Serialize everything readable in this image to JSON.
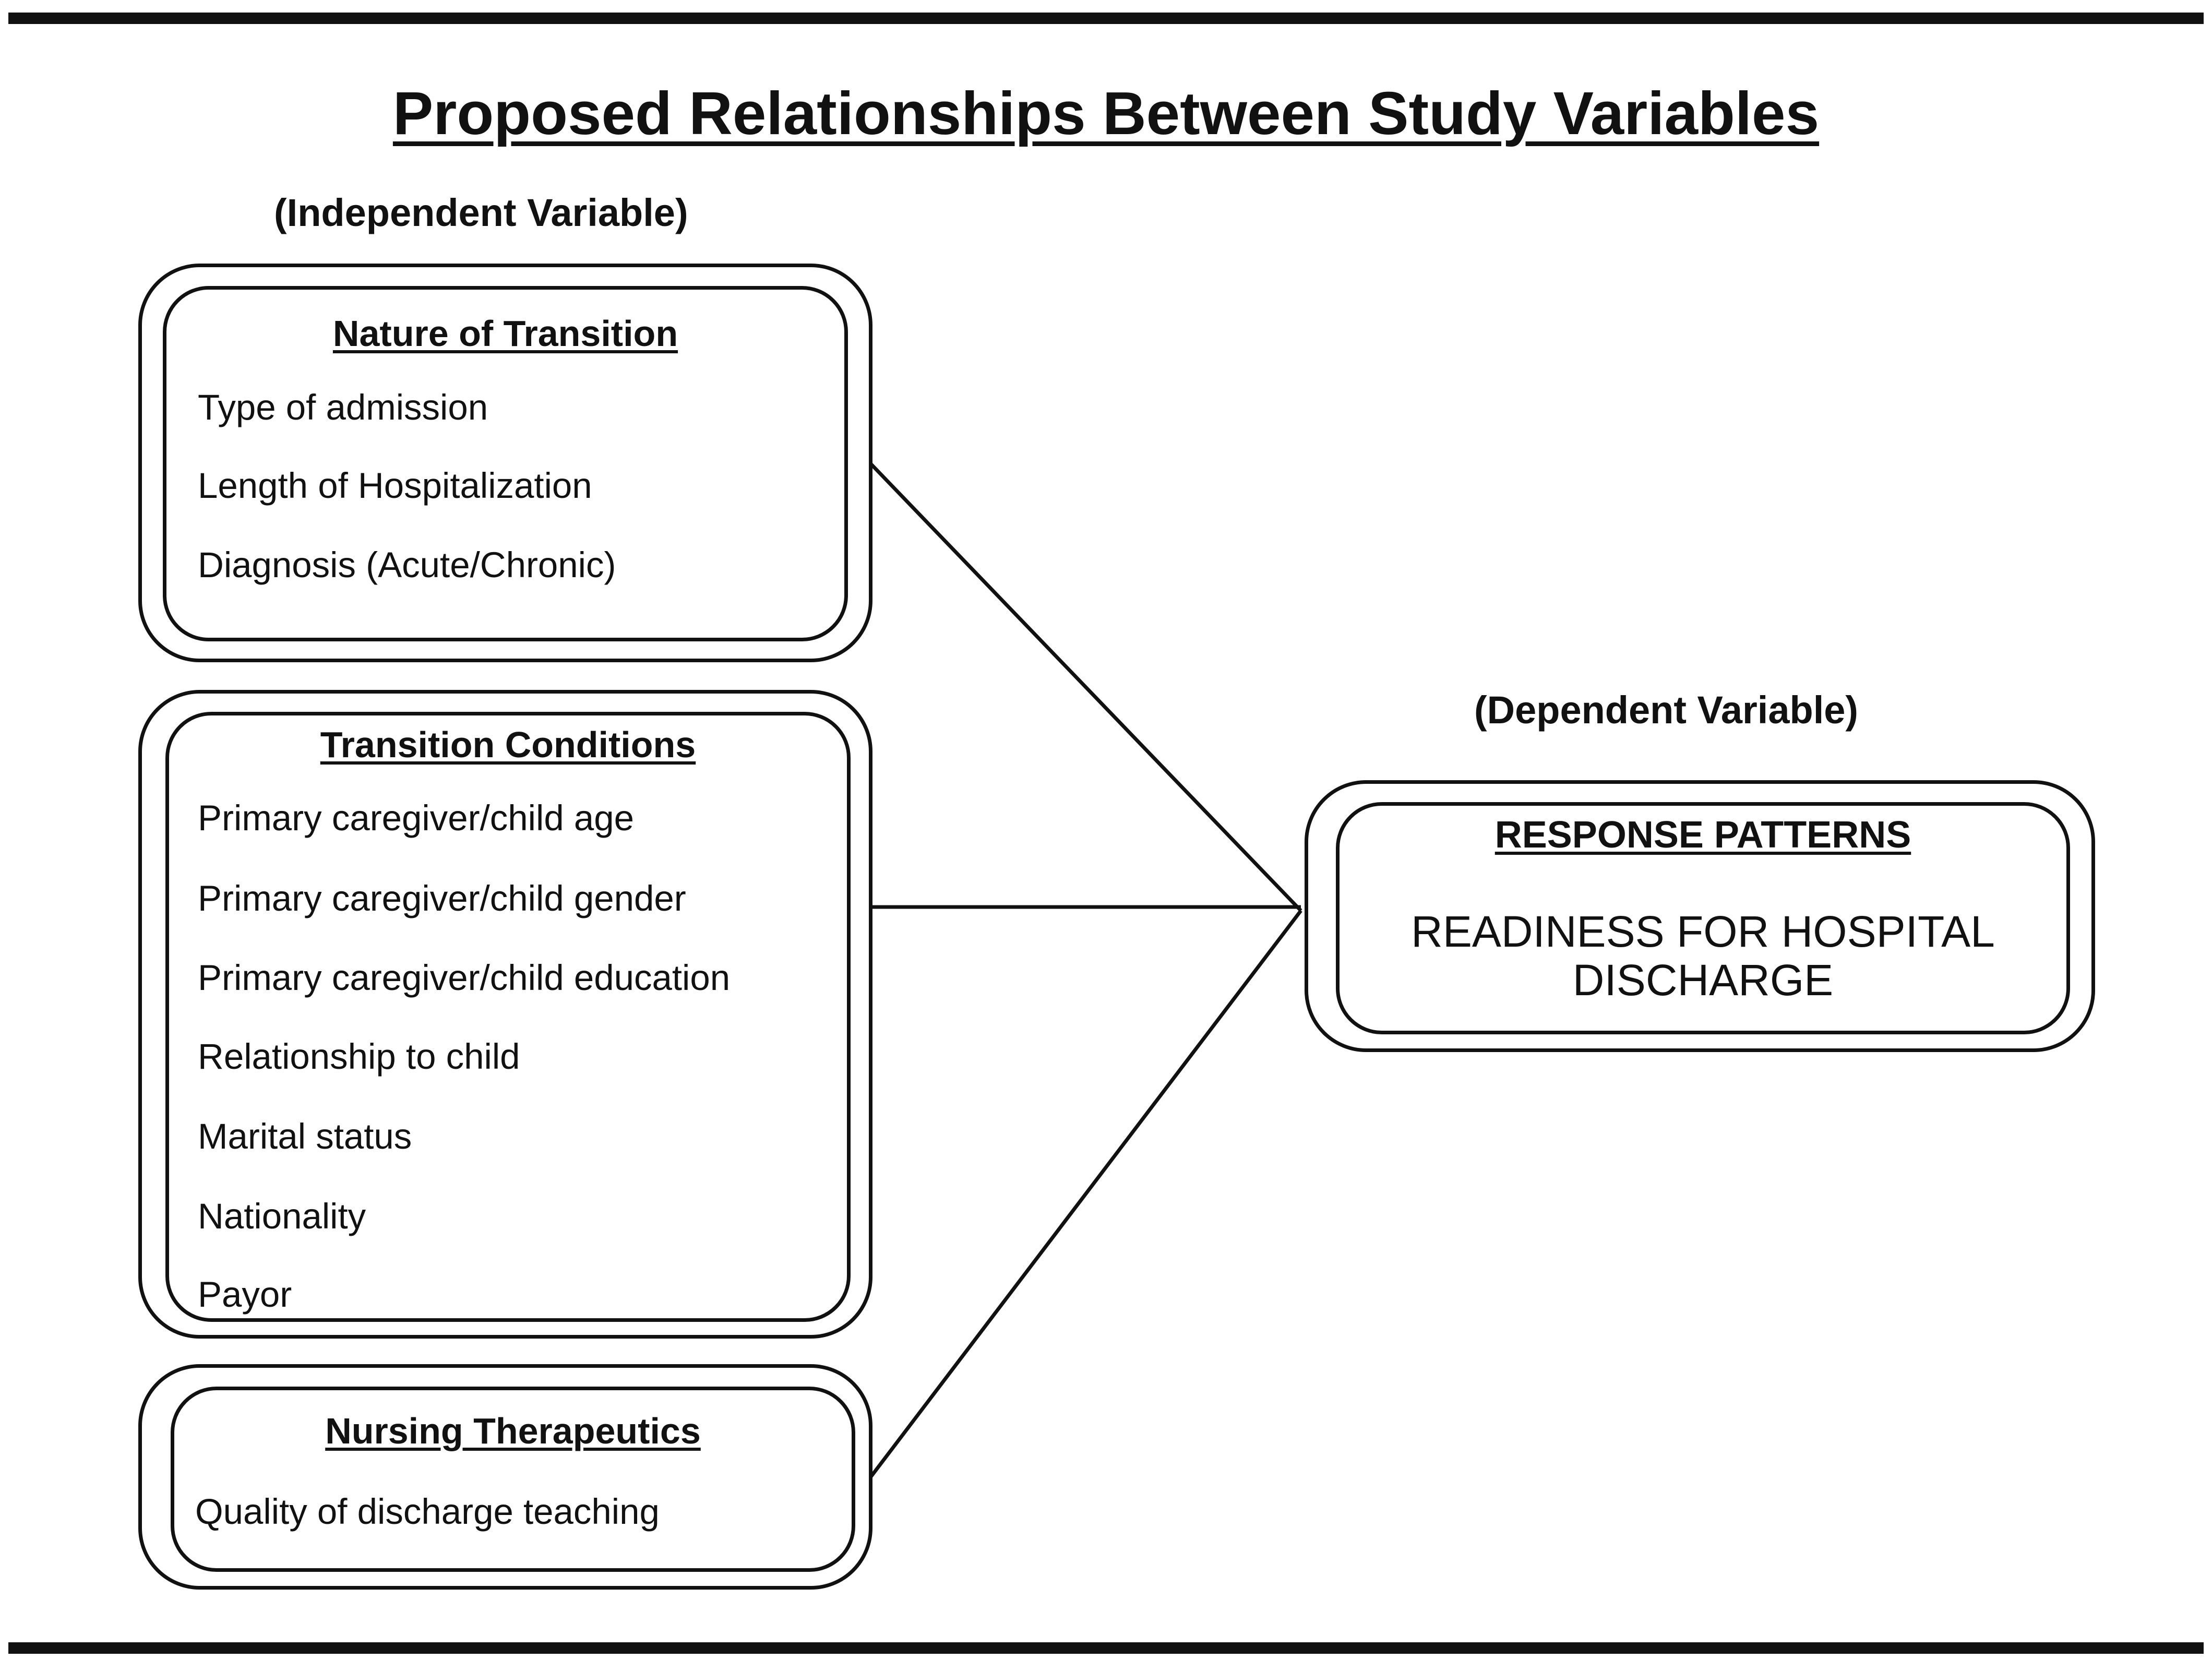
{
  "title": "Proposed Relationships Between Study Variables",
  "independent_label": "(Independent Variable)",
  "dependent_label": "(Dependent Variable)",
  "boxes": {
    "nature": {
      "title": "Nature of Transition",
      "items": [
        "Type of admission",
        "Length of Hospitalization",
        "Diagnosis (Acute/Chronic)"
      ]
    },
    "conditions": {
      "title": "Transition Conditions",
      "items": [
        "Primary caregiver/child age",
        "Primary caregiver/child gender",
        "Primary caregiver/child education",
        "Relationship to child",
        "Marital status",
        "Nationality",
        "Payor"
      ]
    },
    "therapeutics": {
      "title": "Nursing Therapeutics",
      "items": [
        "Quality of discharge teaching"
      ]
    },
    "response": {
      "title": "RESPONSE PATTERNS",
      "line1": "READINESS FOR HOSPITAL",
      "line2": "DISCHARGE"
    }
  },
  "colors": {
    "ink": "#111111",
    "background": "#ffffff"
  }
}
